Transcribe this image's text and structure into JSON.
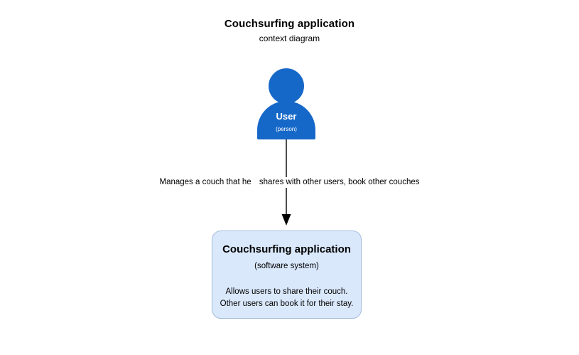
{
  "heading": {
    "title": "Couchsurfing application",
    "subtitle": "context diagram"
  },
  "colors": {
    "background": "#ffffff",
    "person_fill": "#1668C8",
    "person_text": "#ffffff",
    "system_fill": "#DAE8FC",
    "system_border": "#A3BCDB",
    "connector": "#000000",
    "text": "#000000"
  },
  "nodes": {
    "person": {
      "name": "User",
      "type": "(person)",
      "shape": "person-actor"
    },
    "system": {
      "name": "Couchsurfing application",
      "type": "(software system)",
      "description_lines": [
        "Allows users to share their couch.",
        "Other users can book it for their stay."
      ]
    }
  },
  "relationships": [
    {
      "from": "User",
      "to": "Couchsurfing application",
      "label_lines": [
        "Manages a couch that he",
        "shares with other users, book other couches"
      ],
      "arrow": "down-solid"
    }
  ]
}
